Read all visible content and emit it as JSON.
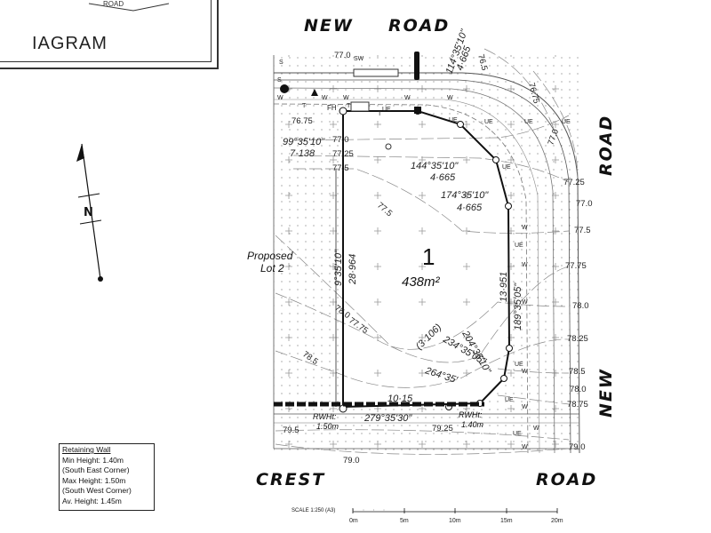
{
  "header": {
    "diagram_title": "IAGRAM",
    "diagram_road": "ROAD"
  },
  "roads": {
    "top_a": "NEW",
    "top_b": "ROAD",
    "right_a": "ROAD",
    "right_b": "NEW",
    "bottom_a": "CREST",
    "bottom_b": "ROAD"
  },
  "north_arrow": {
    "label": "N"
  },
  "lot": {
    "number": "1",
    "area": "438m²",
    "neighbor": [
      "Proposed",
      "Lot 2"
    ]
  },
  "bearings": {
    "top_left": [
      "99°35'10\"",
      "7·138"
    ],
    "top_corner": [
      "114°35'10\"",
      "4·665"
    ],
    "corner_b": [
      "144°35'10\"",
      "4·665"
    ],
    "corner_c": [
      "174°35'10\"",
      "4·665"
    ],
    "west": [
      "9°35'10\"",
      "28·964"
    ],
    "east": [
      "189°35'05\"",
      "13·951"
    ],
    "sw_curve_a": [
      "204°35'10\""
    ],
    "sw_curve_b": [
      "(3·106)",
      "234°35'05\""
    ],
    "sw_curve_c": [
      "264°35'"
    ],
    "south": [
      "10·15",
      "279°35'30\""
    ]
  },
  "retaining": {
    "left": [
      "RWHt:",
      "1.50m"
    ],
    "right": [
      "RWHt:",
      "1.40m"
    ]
  },
  "contours": [
    "77.0",
    "76.75",
    "77.0",
    "77.25",
    "77.5",
    "76.5",
    "76.75",
    "77.0",
    "77.25",
    "77.0",
    "77.5",
    "77.75",
    "78.0",
    "78.25",
    "78.5",
    "78.0",
    "78.75",
    "79.0",
    "79.5",
    "79.25",
    "79.0",
    "77.5",
    "78.0",
    "77.75",
    "78.5"
  ],
  "services": [
    "S",
    "SW",
    "W",
    "W",
    "W",
    "W",
    "W",
    "FH",
    "T",
    "T",
    "UE",
    "UE",
    "UE",
    "UE",
    "UE",
    "T",
    "UE",
    "W",
    "W",
    "W",
    "UE",
    "UE",
    "W",
    "W",
    "UE",
    "UE",
    "W",
    "W",
    "S"
  ],
  "retaining_wall_box": {
    "title": "Retaining Wall",
    "lines": [
      "Min Height: 1.40m",
      "(South East Corner)",
      "Max Height: 1.50m",
      "(South West Corner)",
      "Av. Height: 1.45m"
    ]
  },
  "scale": {
    "label": "SCALE 1:250 (A3)",
    "ticks": [
      "0m",
      "5m",
      "10m",
      "15m",
      "20m"
    ]
  }
}
